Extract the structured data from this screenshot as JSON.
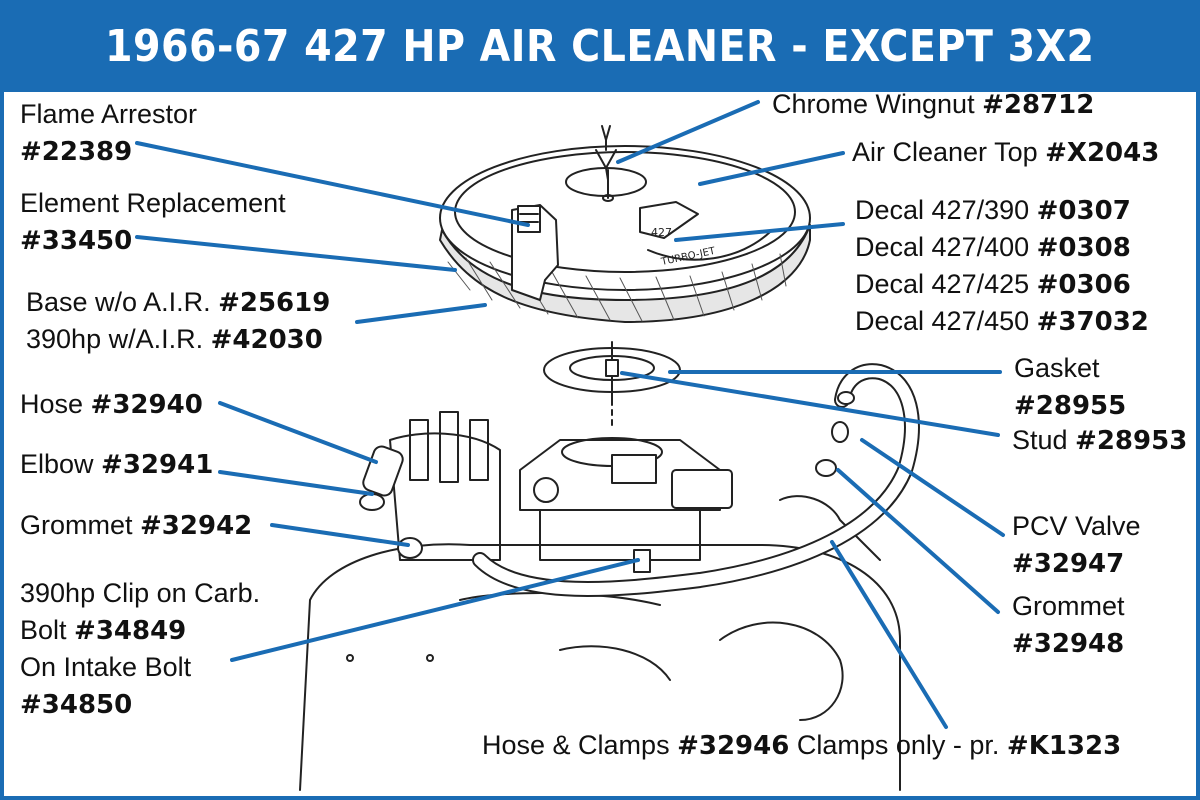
{
  "title": "1966-67 427 HP AIR CLEANER - EXCEPT 3X2",
  "colors": {
    "accent": "#1a6cb4",
    "leader_line": "#1a6cb4",
    "text": "#111111",
    "drawing": "#222222"
  },
  "callouts": [
    {
      "id": "flame-arrestor",
      "lines": [
        {
          "text": "Flame Arrestor",
          "part": ""
        },
        {
          "text": "",
          "part": "#22389"
        }
      ]
    },
    {
      "id": "element-replacement",
      "lines": [
        {
          "text": "Element Replacement",
          "part": ""
        },
        {
          "text": "",
          "part": "#33450"
        }
      ]
    },
    {
      "id": "base",
      "lines": [
        {
          "text": "Base w/o A.I.R. ",
          "part": "#25619"
        },
        {
          "text": "390hp w/A.I.R. ",
          "part": "#42030"
        }
      ]
    },
    {
      "id": "hose",
      "lines": [
        {
          "text": "Hose ",
          "part": "#32940"
        }
      ]
    },
    {
      "id": "elbow",
      "lines": [
        {
          "text": "Elbow ",
          "part": "#32941"
        }
      ]
    },
    {
      "id": "grommet-left",
      "lines": [
        {
          "text": "Grommet ",
          "part": "#32942"
        }
      ]
    },
    {
      "id": "clip",
      "lines": [
        {
          "text": "390hp Clip on Carb.",
          "part": ""
        },
        {
          "text": "Bolt ",
          "part": "#34849"
        },
        {
          "text": "On Intake Bolt",
          "part": ""
        },
        {
          "text": "",
          "part": "#34850"
        }
      ]
    },
    {
      "id": "chrome-wingnut",
      "lines": [
        {
          "text": "Chrome Wingnut ",
          "part": "#28712"
        }
      ]
    },
    {
      "id": "air-cleaner-top",
      "lines": [
        {
          "text": "Air Cleaner Top ",
          "part": "#X2043"
        }
      ]
    },
    {
      "id": "decals",
      "lines": [
        {
          "text": "Decal 427/390 ",
          "part": "#0307"
        },
        {
          "text": "Decal 427/400 ",
          "part": "#0308"
        },
        {
          "text": "Decal 427/425 ",
          "part": "#0306"
        },
        {
          "text": "Decal 427/450 ",
          "part": "#37032"
        }
      ]
    },
    {
      "id": "gasket",
      "lines": [
        {
          "text": "Gasket",
          "part": ""
        },
        {
          "text": "",
          "part": "#28955"
        }
      ]
    },
    {
      "id": "stud",
      "lines": [
        {
          "text": "Stud ",
          "part": "#28953"
        }
      ]
    },
    {
      "id": "pcv-valve",
      "lines": [
        {
          "text": "PCV Valve",
          "part": ""
        },
        {
          "text": "",
          "part": "#32947"
        }
      ]
    },
    {
      "id": "grommet-right",
      "lines": [
        {
          "text": "Grommet",
          "part": ""
        },
        {
          "text": "",
          "part": "#32948"
        }
      ]
    },
    {
      "id": "hose-clamps",
      "lines": [
        {
          "text": "Hose & Clamps ",
          "part": "#32946"
        },
        {
          "text": " Clamps only - pr. ",
          "part": "#K1323"
        }
      ]
    }
  ],
  "decal_text": {
    "number": "427",
    "brand": "TURBO-JET"
  }
}
